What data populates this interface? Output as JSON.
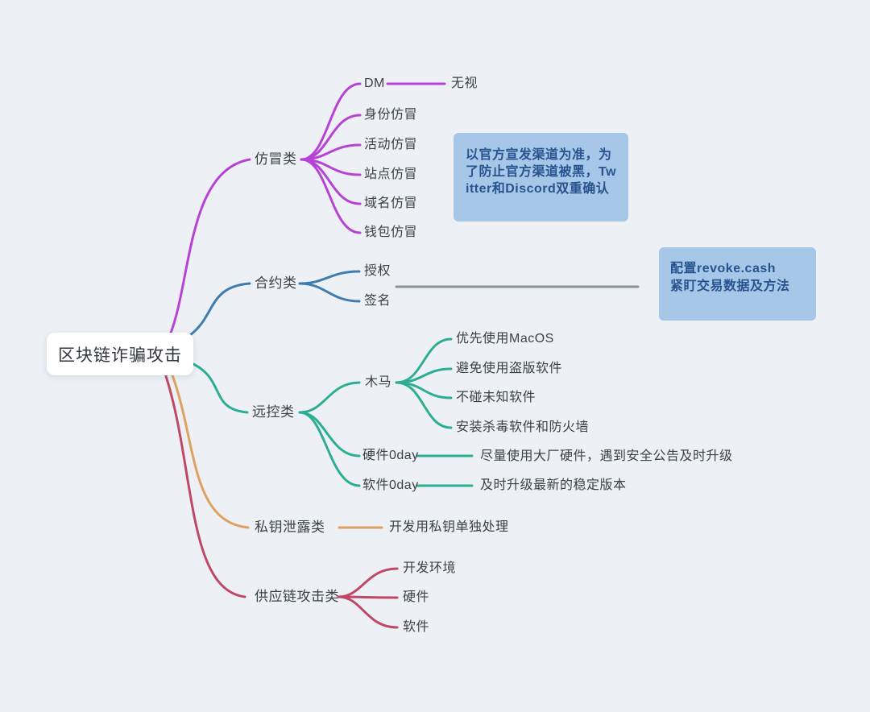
{
  "canvas": {
    "background": "#edf1f6"
  },
  "mindmap": {
    "root": {
      "label": "区块链诈骗攻击"
    },
    "branches": [
      {
        "label": "仿冒类",
        "color": "#b743d6",
        "children": [
          {
            "label": "DM",
            "children": [
              {
                "label": "无视"
              }
            ]
          },
          {
            "label": "身份仿冒"
          },
          {
            "label": "活动仿冒"
          },
          {
            "label": "站点仿冒"
          },
          {
            "label": "域名仿冒"
          },
          {
            "label": "钱包仿冒"
          }
        ]
      },
      {
        "label": "合约类",
        "color": "#3f7db0",
        "children": [
          {
            "label": "授权"
          },
          {
            "label": "签名"
          }
        ]
      },
      {
        "label": "远控类",
        "color": "#2dad91",
        "children": [
          {
            "label": "木马",
            "children": [
              {
                "label": "优先使用MacOS"
              },
              {
                "label": "避免使用盗版软件"
              },
              {
                "label": "不碰未知软件"
              },
              {
                "label": "安装杀毒软件和防火墙"
              }
            ]
          },
          {
            "label": "硬件0day",
            "children": [
              {
                "label": "尽量使用大厂硬件，遇到安全公告及时升级"
              }
            ]
          },
          {
            "label": "软件0day",
            "children": [
              {
                "label": "及时升级最新的稳定版本"
              }
            ]
          }
        ]
      },
      {
        "label": "私钥泄露类",
        "color": "#dea15f",
        "children": [
          {
            "label": "开发用私钥单独处理"
          }
        ]
      },
      {
        "label": "供应链攻击类",
        "color": "#c04867",
        "children": [
          {
            "label": "开发环境"
          },
          {
            "label": "硬件"
          },
          {
            "label": "软件"
          }
        ]
      }
    ],
    "notes": [
      {
        "text": "以官方宣发渠道为准，为了防止官方渠道被黑，Twitter和Discord双重确认",
        "bg": "#a7c7e9",
        "text_color": "#28538f"
      },
      {
        "lines": [
          "配置revoke.cash",
          "紧盯交易数据及方法"
        ],
        "bg": "#a7c7e9",
        "text_color": "#28538f"
      }
    ],
    "connector_color": "#8b9099"
  }
}
